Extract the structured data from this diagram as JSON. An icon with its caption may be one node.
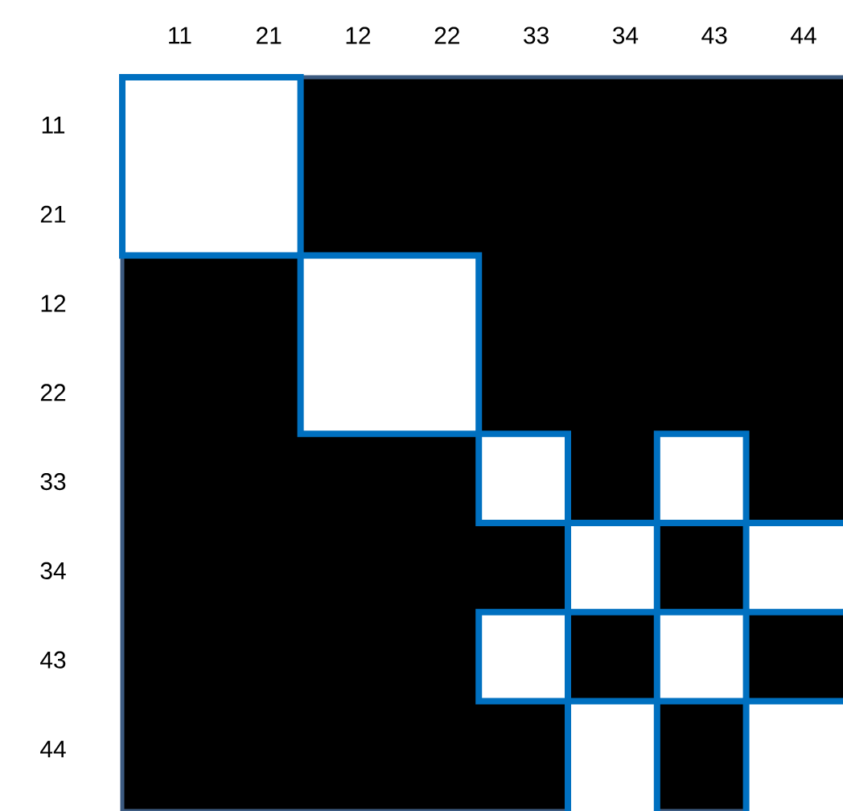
{
  "diagram": {
    "labels": [
      "11",
      "21",
      "12",
      "22",
      "33",
      "34",
      "43",
      "44",
      "11",
      "21",
      "12",
      "22",
      "33",
      "34",
      "43",
      "44"
    ]
  }
}
